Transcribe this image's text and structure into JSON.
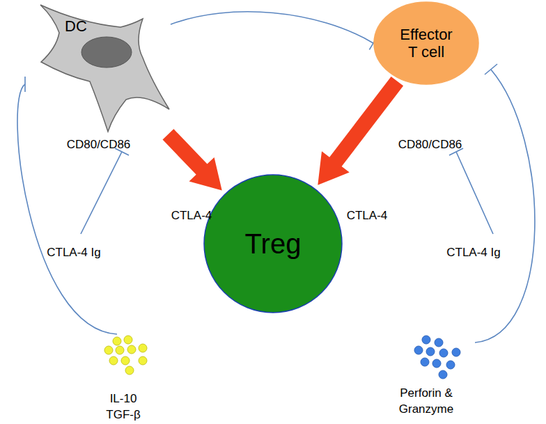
{
  "diagram": {
    "nodes": [
      {
        "text": [
          "DC"
        ]
      },
      {
        "text": [
          "Effector T cell"
        ]
      },
      {
        "text": [
          "Treg"
        ]
      }
    ],
    "edges": [
      {
        "from": 0,
        "to": 2,
        "arrow": "to"
      },
      {
        "from": 1,
        "to": 2,
        "arrow": "to"
      },
      {
        "from": 0,
        "to": 1,
        "arrow": "to"
      }
    ],
    "labels": [
      "CD80/CD86",
      "CD80/CD86",
      "CTLA-4",
      "CTLA-4",
      "CTLA-4 Ig",
      "CTLA-4 Ig",
      "IL-10 TGF-β",
      "Perforin & Granzyme"
    ]
  }
}
